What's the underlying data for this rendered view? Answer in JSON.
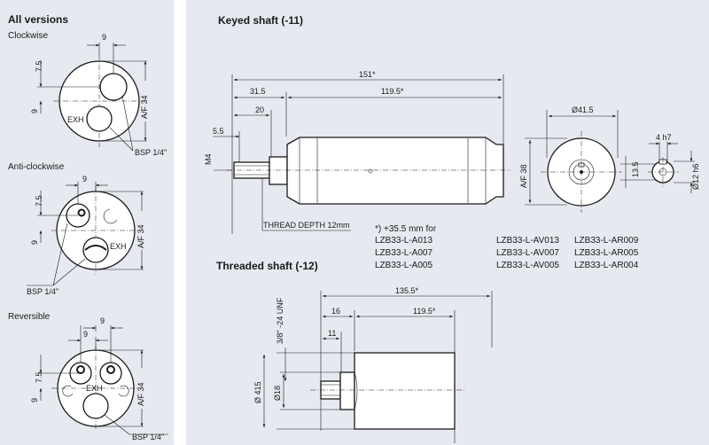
{
  "left": {
    "title": "All versions",
    "clockwise": {
      "label": "Clockwise",
      "dim_top": "9",
      "dim_v1": "7.5",
      "dim_v2": "9",
      "af": "A/F 34",
      "exh": "EXH",
      "bsp": "BSP 1/4\""
    },
    "anticlockwise": {
      "label": "Anti-clockwise",
      "dim_top": "9",
      "dim_v1": "7.5",
      "dim_v2": "9",
      "af": "A/F 34",
      "exh": "EXH",
      "bsp": "BSP 1/4\""
    },
    "reversible": {
      "label": "Reversible",
      "dim_top": "9",
      "dim_top2": "9",
      "dim_v1": "7.5",
      "dim_v2": "9",
      "af": "A/F 34",
      "exh": "EXH",
      "bsp": "BSP 1/4\""
    }
  },
  "keyed": {
    "title": "Keyed shaft (-11)",
    "dim_total": "151*",
    "dim_body": "119.5*",
    "dim_shaft": "31.5",
    "dim_20": "20",
    "dim_5_5": "5.5",
    "m4": "M4",
    "thread_depth": "THREAD DEPTH 12mm",
    "af38": "A/F 38",
    "dia41": "Ø41.5",
    "key_w": "4 h7",
    "dim_13_5": "13.5",
    "dia12": "Ø12 h6",
    "note": "*) +35.5 mm for",
    "models_col1": [
      "LZB33-L-A013",
      "LZB33-L-A007",
      "LZB33-L-A005"
    ],
    "models_col2": [
      "LZB33-L-AV013",
      "LZB33-L-AV007",
      "LZB33-L-AV005"
    ],
    "models_col3": [
      "LZB33-L-AR009",
      "LZB33-L-AR005",
      "LZB33-L-AR004"
    ]
  },
  "threaded": {
    "title": "Threaded shaft (-12)",
    "dim_total": "135.5*",
    "dim_body": "119.5*",
    "dim_16": "16",
    "dim_11": "11",
    "thread": "3/8\" -24 UNF",
    "dia415": "Ø 415",
    "dia18": "Ø18"
  }
}
